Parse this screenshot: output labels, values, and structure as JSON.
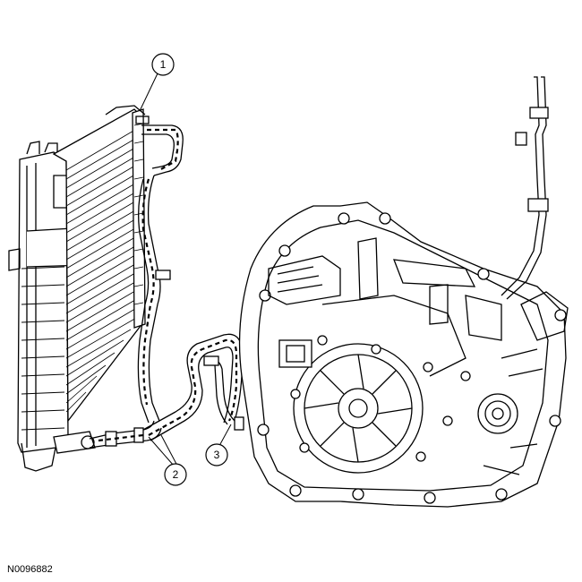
{
  "callouts": [
    {
      "number": "1"
    },
    {
      "number": "2"
    },
    {
      "number": "3"
    }
  ],
  "figure_reference": "N0096882",
  "colors": {
    "line": "#000000",
    "background": "#ffffff"
  }
}
